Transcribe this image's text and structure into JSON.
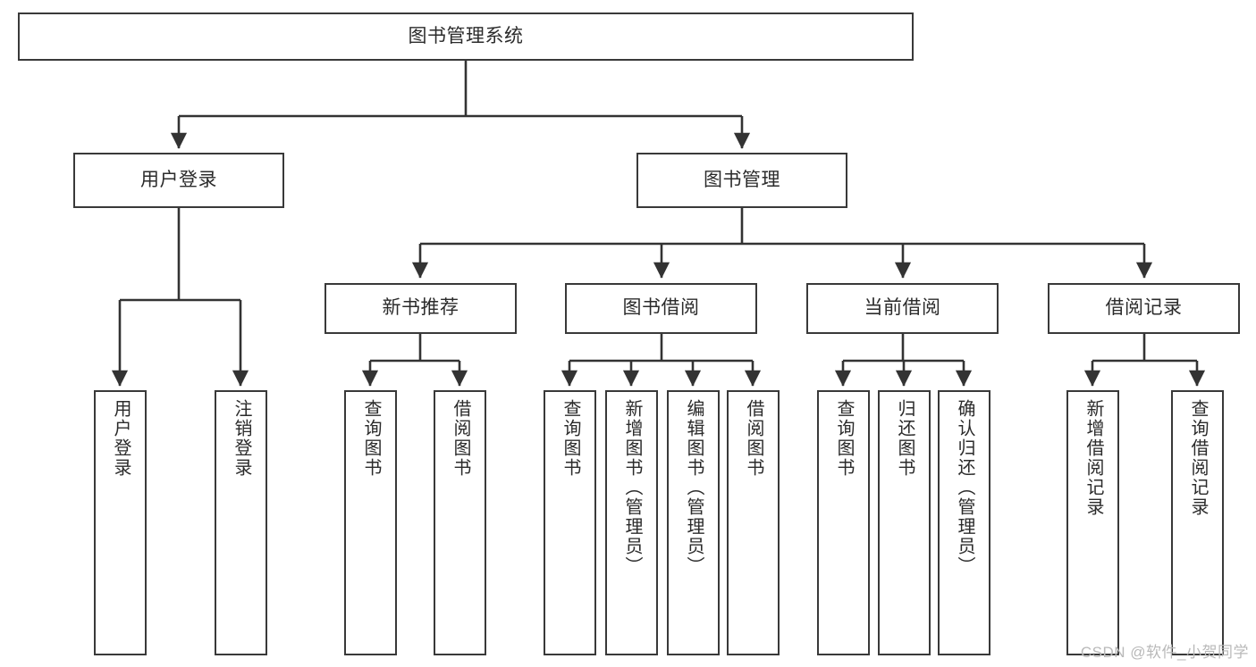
{
  "diagram": {
    "title": "图书管理系统",
    "watermark": "CSDN @软件_小贺同学",
    "colors": {
      "box_border": "#393939",
      "box_fill": "#ffffff",
      "connector": "#333333",
      "text": "#2b2b2b",
      "watermark": "#b9b9b9",
      "background": "#ffffff"
    },
    "root": {
      "label": "图书管理系统"
    },
    "level2": [
      {
        "label": "用户登录"
      },
      {
        "label": "图书管理"
      }
    ],
    "level3": [
      {
        "label": "新书推荐"
      },
      {
        "label": "图书借阅"
      },
      {
        "label": "当前借阅"
      },
      {
        "label": "借阅记录"
      }
    ],
    "leaves": {
      "user_login": [
        {
          "label": "用户登录"
        },
        {
          "label": "注销登录"
        }
      ],
      "new_book_recommend": [
        {
          "label": "查询图书"
        },
        {
          "label": "借阅图书"
        }
      ],
      "book_borrow": [
        {
          "label": "查询图书"
        },
        {
          "label": "新增图书（管理员）"
        },
        {
          "label": "编辑图书（管理员）"
        },
        {
          "label": "借阅图书"
        }
      ],
      "current_borrow": [
        {
          "label": "查询图书"
        },
        {
          "label": "归还图书"
        },
        {
          "label": "确认归还（管理员）"
        }
      ],
      "borrow_record": [
        {
          "label": "新增借阅记录"
        },
        {
          "label": "查询借阅记录"
        }
      ]
    }
  },
  "chart_data": {
    "type": "tree",
    "title": "图书管理系统",
    "orientation": "top-down",
    "depth": 4,
    "nodes": [
      {
        "id": "root",
        "label": "图书管理系统",
        "level": 1,
        "parent": null
      },
      {
        "id": "n-user-login",
        "label": "用户登录",
        "level": 2,
        "parent": "root"
      },
      {
        "id": "n-book-mgmt",
        "label": "图书管理",
        "level": 2,
        "parent": "root"
      },
      {
        "id": "n-new-book",
        "label": "新书推荐",
        "level": 3,
        "parent": "n-book-mgmt"
      },
      {
        "id": "n-book-borrow",
        "label": "图书借阅",
        "level": 3,
        "parent": "n-book-mgmt"
      },
      {
        "id": "n-current-borrow",
        "label": "当前借阅",
        "level": 3,
        "parent": "n-book-mgmt"
      },
      {
        "id": "n-borrow-record",
        "label": "借阅记录",
        "level": 3,
        "parent": "n-book-mgmt"
      },
      {
        "id": "l-login",
        "label": "用户登录",
        "level": 4,
        "parent": "n-user-login"
      },
      {
        "id": "l-logout",
        "label": "注销登录",
        "level": 4,
        "parent": "n-user-login"
      },
      {
        "id": "l-nb-query",
        "label": "查询图书",
        "level": 4,
        "parent": "n-new-book"
      },
      {
        "id": "l-nb-borrow",
        "label": "借阅图书",
        "level": 4,
        "parent": "n-new-book"
      },
      {
        "id": "l-bb-query",
        "label": "查询图书",
        "level": 4,
        "parent": "n-book-borrow"
      },
      {
        "id": "l-bb-add",
        "label": "新增图书（管理员）",
        "level": 4,
        "parent": "n-book-borrow"
      },
      {
        "id": "l-bb-edit",
        "label": "编辑图书（管理员）",
        "level": 4,
        "parent": "n-book-borrow"
      },
      {
        "id": "l-bb-borrow",
        "label": "借阅图书",
        "level": 4,
        "parent": "n-book-borrow"
      },
      {
        "id": "l-cb-query",
        "label": "查询图书",
        "level": 4,
        "parent": "n-current-borrow"
      },
      {
        "id": "l-cb-return",
        "label": "归还图书",
        "level": 4,
        "parent": "n-current-borrow"
      },
      {
        "id": "l-cb-confirm",
        "label": "确认归还（管理员）",
        "level": 4,
        "parent": "n-current-borrow"
      },
      {
        "id": "l-br-add",
        "label": "新增借阅记录",
        "level": 4,
        "parent": "n-borrow-record"
      },
      {
        "id": "l-br-query",
        "label": "查询借阅记录",
        "level": 4,
        "parent": "n-borrow-record"
      }
    ]
  }
}
